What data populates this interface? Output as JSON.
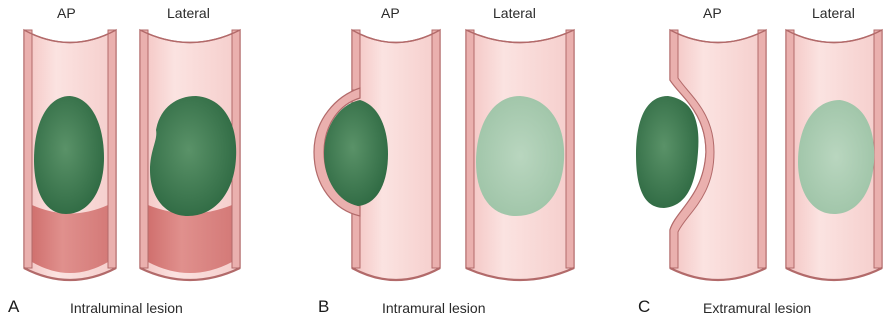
{
  "view_labels": {
    "a_ap": "AP",
    "a_lateral": "Lateral",
    "b_ap": "AP",
    "b_lateral": "Lateral",
    "c_ap": "AP",
    "c_lateral": "Lateral"
  },
  "panels": [
    {
      "letter": "A",
      "caption": "Intraluminal lesion"
    },
    {
      "letter": "B",
      "caption": "Intramural lesion"
    },
    {
      "letter": "C",
      "caption": "Extramural lesion"
    }
  ],
  "colors": {
    "lumen": "#f7d4d2",
    "wall": "#ecb4b2",
    "outline": "#b26a6a",
    "contrast_fill": "#d9807e",
    "lesion_dark": "#3e7a52",
    "lesion_light": "#a9ccb1"
  }
}
